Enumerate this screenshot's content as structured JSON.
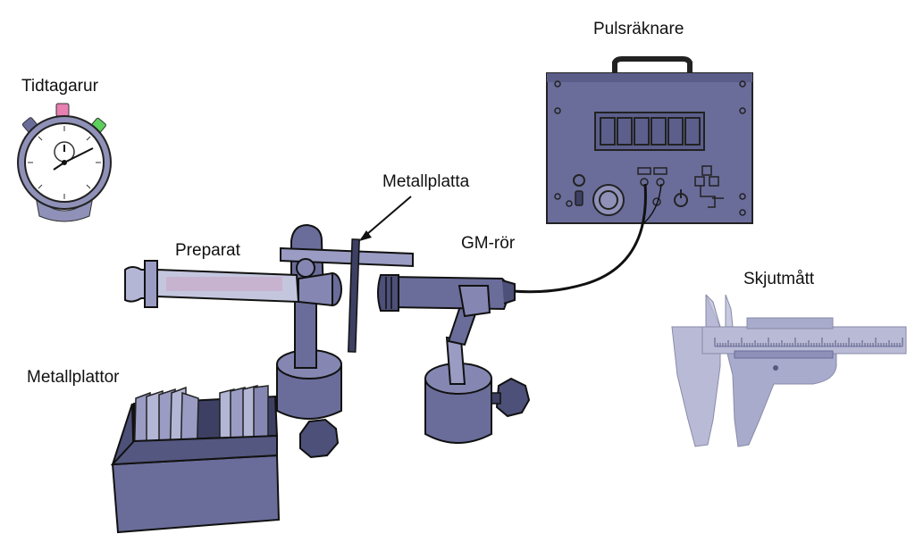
{
  "labels": {
    "stopwatch": "Tidtagarur",
    "counter": "Pulsräknare",
    "metal_plate": "Metallplatta",
    "sample": "Preparat",
    "gm_tube": "GM-rör",
    "caliper": "Skjutmått",
    "metal_plates": "Metallplattor"
  },
  "colors": {
    "equipment": "#6a6d9a",
    "equipment_dark": "#3d3f63",
    "equipment_light": "#9a9cc4",
    "caliper": "#b9bbd6",
    "caliper_scale": "#8e90b8",
    "stopwatch_face": "#ffffff",
    "stopwatch_button_pink": "#e77fb0",
    "stopwatch_button_green": "#5ccf5c",
    "sample_tint": "#c9a9c8"
  }
}
